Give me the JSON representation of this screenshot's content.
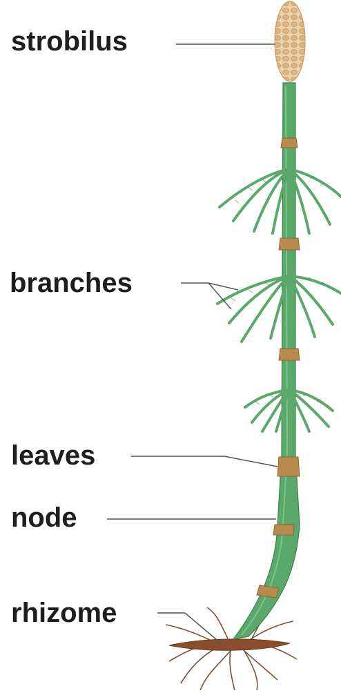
{
  "labels": {
    "strobilus": "strobilus",
    "branches": "branches",
    "leaves": "leaves",
    "node": "node",
    "rhizome": "rhizome"
  },
  "colors": {
    "stem": "#5aa86a",
    "stem_dark": "#3d7f4c",
    "branch": "#6fb47a",
    "node_sheath": "#b88a4e",
    "strobilus": "#e6c79a",
    "rhizome": "#8a4e2c",
    "root": "#7a5036",
    "leader_line": "#555555"
  }
}
